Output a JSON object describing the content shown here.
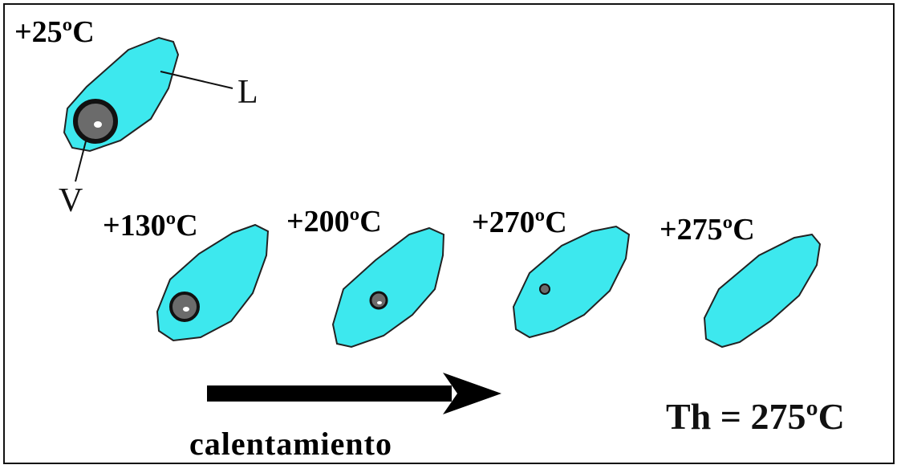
{
  "stages": [
    {
      "temperature": "+25ºC",
      "bubble": "large"
    },
    {
      "temperature": "+130ºC",
      "bubble": "medium"
    },
    {
      "temperature": "+200ºC",
      "bubble": "small"
    },
    {
      "temperature": "+270ºC",
      "bubble": "tiny"
    },
    {
      "temperature": "+275ºC",
      "bubble": "none"
    }
  ],
  "labels": {
    "liquid": "L",
    "vapor": "V",
    "process": "calentamiento",
    "homogenization": "Th = 275ºC"
  },
  "colors": {
    "liquid_fill": "#3de8ee",
    "vapor_fill": "#6b6b6b",
    "vapor_outline": "#111111",
    "outline": "#222222",
    "arrow": "#000000"
  }
}
